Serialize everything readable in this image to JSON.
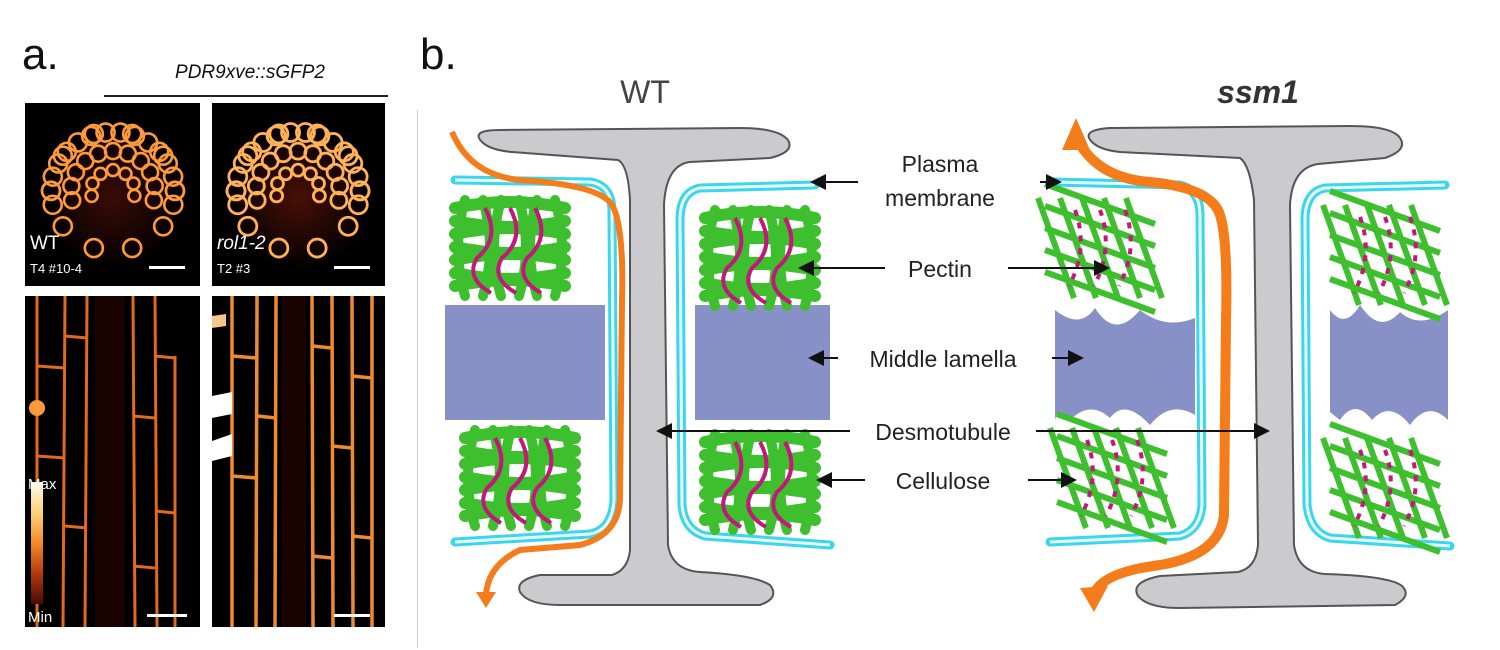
{
  "panel_a": {
    "label": "a.",
    "construct": "PDR9xve::sGFP2",
    "images": [
      {
        "genotype": "WT",
        "line": "T4 #10-4"
      },
      {
        "genotype": "rol1-2",
        "line": "T2 #3"
      }
    ],
    "colorbar": {
      "max": "Max",
      "min": "Min"
    }
  },
  "panel_b": {
    "label": "b.",
    "columns": {
      "left": "WT",
      "right": "ssm1"
    },
    "labels": {
      "plasma_membrane_1": "Plasma",
      "plasma_membrane_2": "membrane",
      "pectin": "Pectin",
      "middle_lamella": "Middle lamella",
      "desmotubule": "Desmotubule",
      "cellulose": "Cellulose"
    }
  },
  "colors": {
    "cellulose": "#3dbf2e",
    "pectin": "#c2187a",
    "middle_lamella": "#8890c8",
    "plasma_membrane": "#3ad6ec",
    "desmotubule": "#c9c9cd",
    "flow_arrow": "#f47c1a"
  }
}
